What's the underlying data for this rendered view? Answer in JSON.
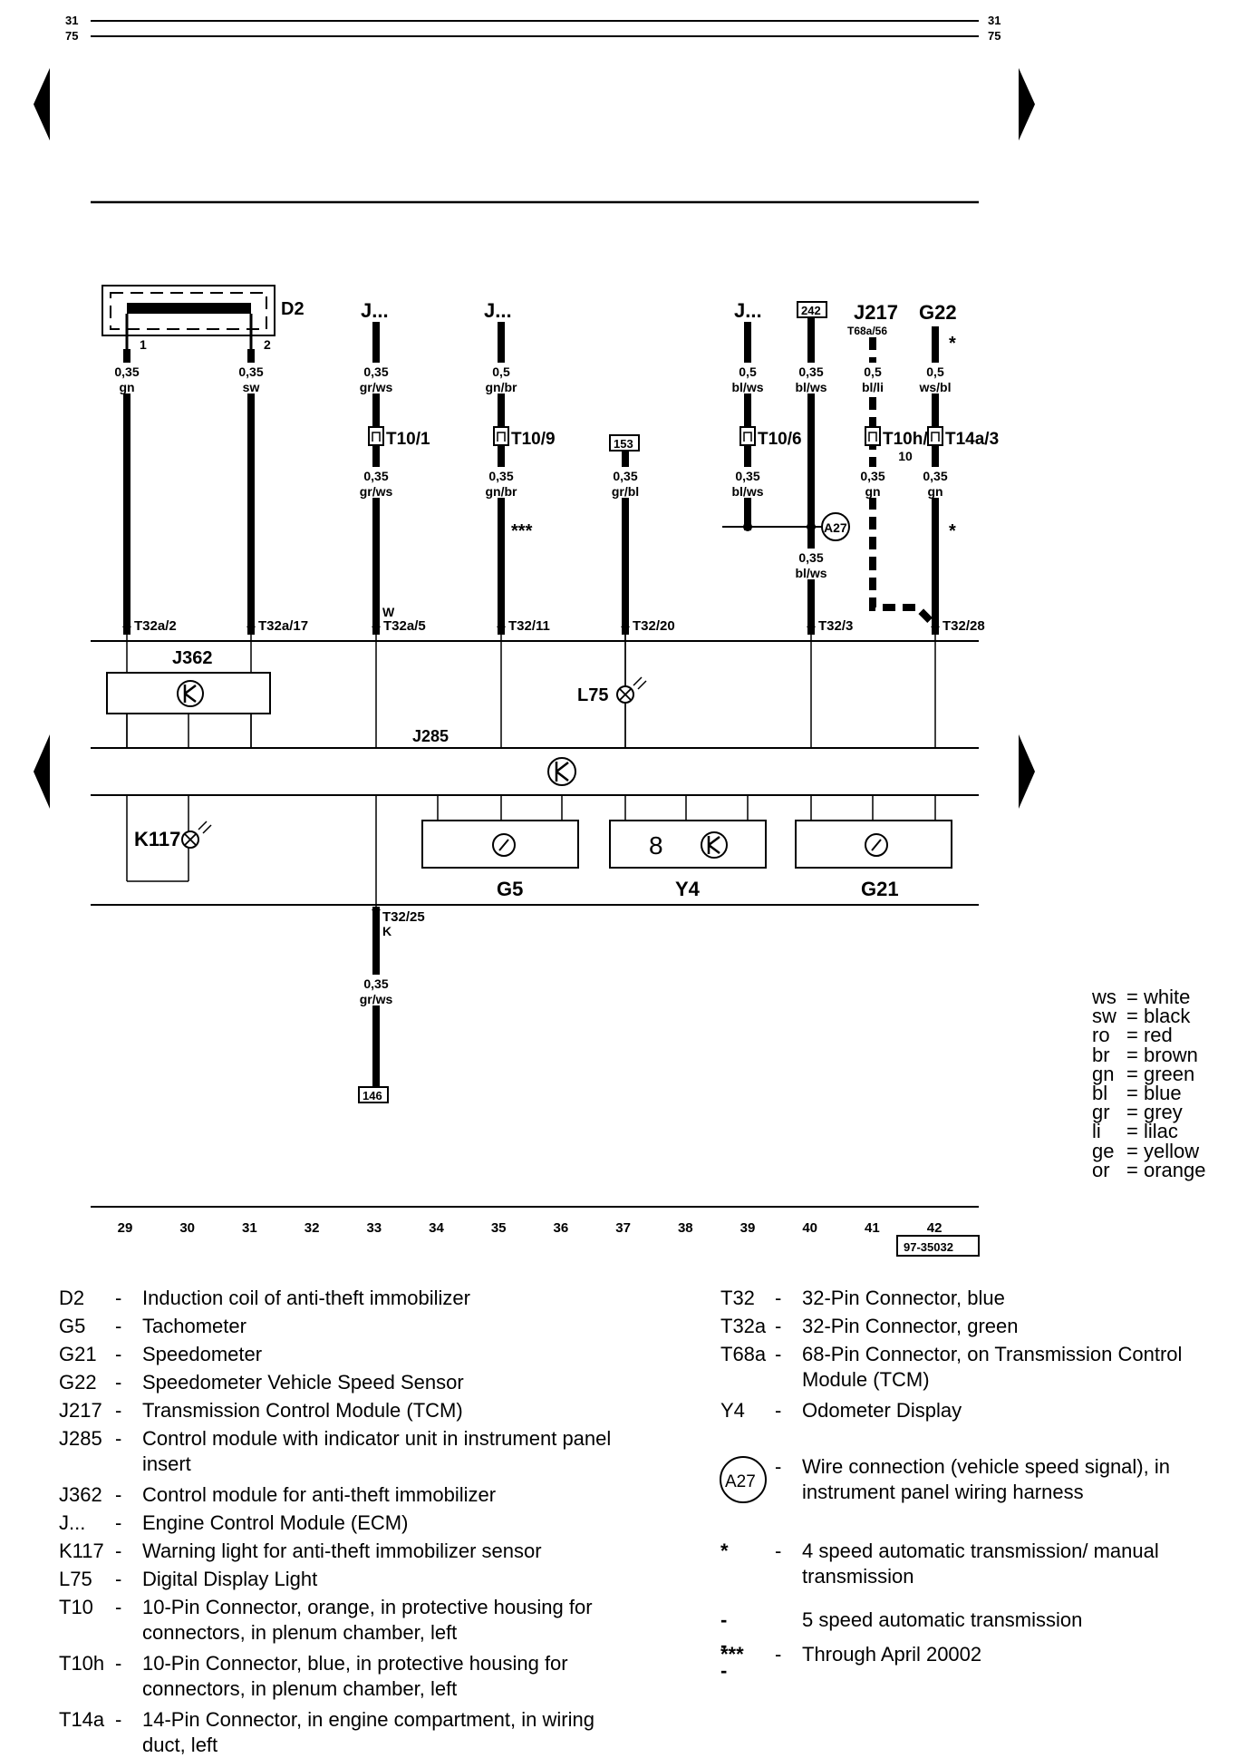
{
  "page": {
    "page_top": "31",
    "page_bottom": "75",
    "doc_number": "97-35032"
  },
  "components": {
    "D2": "D2",
    "J362": "J362",
    "J285": "J285",
    "L75": "L75",
    "K117": "K117",
    "G5": "G5",
    "Y4": "Y4",
    "G21": "G21",
    "J217": "J217",
    "G22": "G22",
    "J_ecm": "J...",
    "T68a_pin": "T68a/56",
    "odometer_digit": "8",
    "connector_A27": "A27",
    "star": "*",
    "triple_star": "***"
  },
  "references": {
    "ref242": "242",
    "ref153": "153",
    "ref146": "146"
  },
  "wires": [
    {
      "top_gauge": "0,35",
      "top_color": "gn",
      "pin_top": "1"
    },
    {
      "top_gauge": "0,35",
      "top_color": "sw",
      "pin_top": "2"
    },
    {
      "top_gauge": "0,35",
      "top_color": "gr/ws",
      "connector": "T10/1",
      "bottom_gauge": "0,35",
      "bottom_color": "gr/ws"
    },
    {
      "top_gauge": "0,5",
      "top_color": "gn/br",
      "connector": "T10/9",
      "bottom_gauge": "0,35",
      "bottom_color": "gn/br"
    },
    {
      "bottom_gauge": "0,35",
      "bottom_color": "gr/bl"
    },
    {
      "top_gauge": "0,5",
      "top_color": "bl/ws",
      "connector": "T10/6",
      "bottom_gauge": "0,35",
      "bottom_color": "bl/ws"
    },
    {
      "top_gauge": "0,35",
      "top_color": "bl/ws",
      "bottom_gauge": "0,35",
      "bottom_color": "bl/ws"
    },
    {
      "top_gauge": "0,5",
      "top_color": "bl/li",
      "connector": "T10h/",
      "connector_sub": "10",
      "bottom_gauge": "0,35",
      "bottom_color": "gn"
    },
    {
      "top_gauge": "0,5",
      "top_color": "ws/bl",
      "connector": "T14a/3",
      "bottom_gauge": "0,35",
      "bottom_color": "gn"
    },
    {
      "bottom_gauge": "0,35",
      "bottom_color": "gr/ws"
    }
  ],
  "pins": {
    "p1": "T32a/2",
    "p2": "T32a/17",
    "p3": "T32a/5",
    "p3_letter": "W",
    "p4": "T32/11",
    "p5": "T32/20",
    "p6": "T32/3",
    "p7": "T32/28",
    "p8": "T32/25",
    "p8_letter": "K"
  },
  "ruler": [
    "29",
    "30",
    "31",
    "32",
    "33",
    "34",
    "35",
    "36",
    "37",
    "38",
    "39",
    "40",
    "41",
    "42"
  ],
  "color_key": [
    {
      "abbr": "ws",
      "name": "white"
    },
    {
      "abbr": "sw",
      "name": "black"
    },
    {
      "abbr": "ro",
      "name": "red"
    },
    {
      "abbr": "br",
      "name": "brown"
    },
    {
      "abbr": "gn",
      "name": "green"
    },
    {
      "abbr": "bl",
      "name": "blue"
    },
    {
      "abbr": "gr",
      "name": "grey"
    },
    {
      "abbr": "li",
      "name": "lilac"
    },
    {
      "abbr": "ge",
      "name": "yellow"
    },
    {
      "abbr": "or",
      "name": "orange"
    }
  ],
  "legend_left": [
    {
      "code": "D2",
      "desc": "Induction coil of anti-theft immobilizer"
    },
    {
      "code": "G5",
      "desc": "Tachometer"
    },
    {
      "code": "G21",
      "desc": "Speedometer"
    },
    {
      "code": "G22",
      "desc": "Speedometer Vehicle Speed Sensor"
    },
    {
      "code": "J217",
      "desc": "Transmission Control Module (TCM)"
    },
    {
      "code": "J285",
      "desc": "Control module with indicator unit in instrument panel insert"
    },
    {
      "code": "J362",
      "desc": "Control module for anti-theft immobilizer"
    },
    {
      "code": "J...",
      "desc": "Engine Control Module (ECM)"
    },
    {
      "code": "K117",
      "desc": "Warning light for anti-theft immobilizer sensor"
    },
    {
      "code": "L75",
      "desc": "Digital Display Light"
    },
    {
      "code": "T10",
      "desc": "10-Pin Connector, orange, in protective housing for connectors, in plenum chamber, left"
    },
    {
      "code": "T10h",
      "desc": "10-Pin Connector, blue, in protective housing for connectors, in plenum chamber, left"
    },
    {
      "code": "T14a",
      "desc": "14-Pin Connector, in engine compartment, in wiring duct, left"
    }
  ],
  "legend_right": [
    {
      "code": "T32",
      "desc": "32-Pin Connector, blue"
    },
    {
      "code": "T32a",
      "desc": "32-Pin Connector, green"
    },
    {
      "code": "T68a",
      "desc": "68-Pin Connector, on Transmission Control Module (TCM)"
    },
    {
      "code": "Y4",
      "desc": "Odometer Display"
    },
    {
      "code": "A27",
      "desc": "Wire connection (vehicle speed signal), in instrument panel wiring harness"
    },
    {
      "code": "*",
      "desc": "4 speed automatic transmission/ manual transmission"
    },
    {
      "code": "---",
      "desc": "5 speed automatic transmission"
    },
    {
      "code": "***",
      "desc": "Through April 20002"
    }
  ]
}
